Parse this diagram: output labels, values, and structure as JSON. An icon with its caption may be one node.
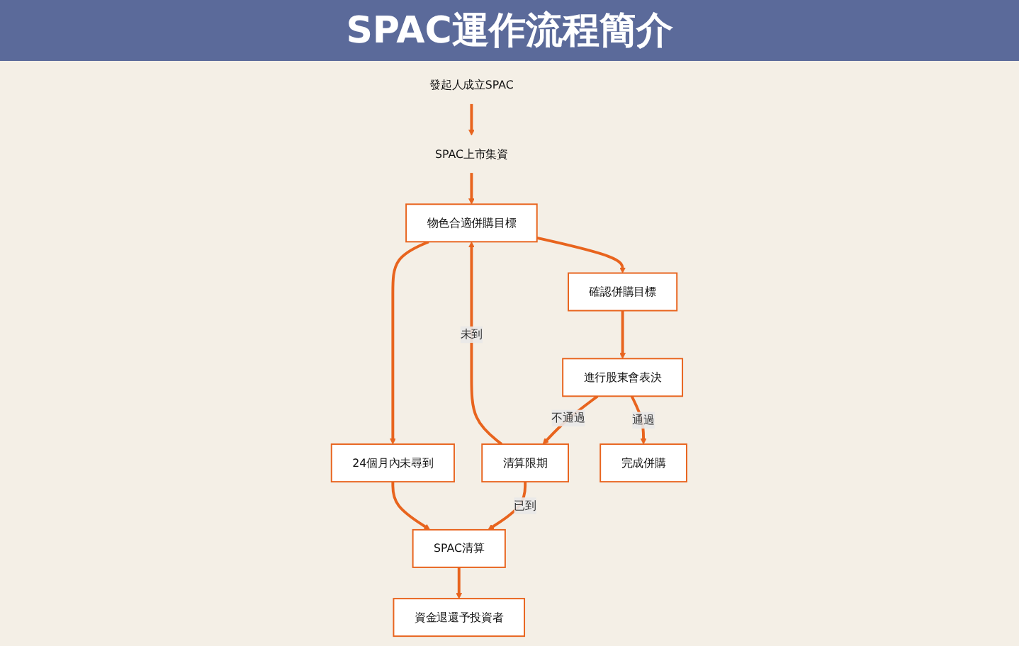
{
  "diagram": {
    "title": "SPAC運作流程簡介",
    "nodes": [
      {
        "text": [
          "發起人成立SPAC"
        ]
      },
      {
        "text": [
          "SPAC上市集資"
        ]
      },
      {
        "text": [
          "物色合適併購目標"
        ]
      },
      {
        "text": [
          "確認併購目標"
        ]
      },
      {
        "text": [
          "24個月內未尋到"
        ]
      },
      {
        "text": [
          "進行股東會表決"
        ]
      },
      {
        "text": [
          "清算限期"
        ]
      },
      {
        "text": [
          "SPAC清算"
        ]
      },
      {
        "text": [
          "完成併購"
        ]
      },
      {
        "text": [
          "資金退還予投資者"
        ]
      }
    ],
    "edges": [
      {
        "from": 0,
        "to": 1,
        "arrow": "to"
      },
      {
        "from": 1,
        "to": 2,
        "arrow": "to"
      },
      {
        "from": 2,
        "to": 3,
        "arrow": "to"
      },
      {
        "from": 2,
        "to": 4,
        "arrow": "to"
      },
      {
        "from": 3,
        "to": 5,
        "arrow": "to"
      },
      {
        "from": 5,
        "to": 6,
        "arrow": "to",
        "label": "不通過"
      },
      {
        "from": 6,
        "to": 2,
        "arrow": "to",
        "label": "未到"
      },
      {
        "from": 6,
        "to": 7,
        "arrow": "to",
        "label": "已到"
      },
      {
        "from": 4,
        "to": 7,
        "arrow": "to"
      },
      {
        "from": 5,
        "to": 8,
        "arrow": "to",
        "label": "通過"
      },
      {
        "from": 7,
        "to": 9,
        "arrow": "to"
      }
    ]
  }
}
